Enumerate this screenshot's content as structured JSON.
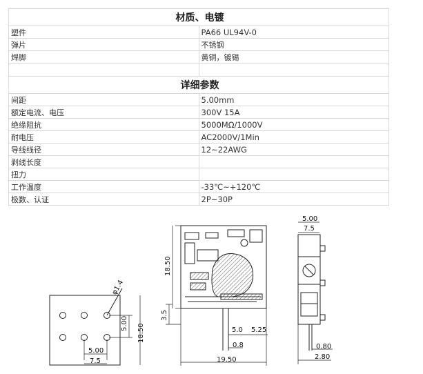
{
  "material": {
    "title": "材质、电镀",
    "rows": [
      {
        "label": "塑件",
        "value": "PA66 UL94V-0"
      },
      {
        "label": "弹片",
        "value": "不锈钢"
      },
      {
        "label": "焊脚",
        "value": "黄铜，镀锡"
      },
      {
        "label": "",
        "value": ""
      }
    ]
  },
  "params": {
    "title": "详细参数",
    "rows": [
      {
        "label": "间距",
        "value": "5.00mm"
      },
      {
        "label": "额定电流、电压",
        "value": "300V  15A"
      },
      {
        "label": "绝缘阻抗",
        "value": "5000MΩ/1000V"
      },
      {
        "label": "耐电压",
        "value": "AC2000V/1Min"
      },
      {
        "label": "导线线径",
        "value": "12~22AWG"
      },
      {
        "label": "剥线长度",
        "value": ""
      },
      {
        "label": "扭力",
        "value": ""
      },
      {
        "label": "工作温度",
        "value": "-33℃~+120℃"
      },
      {
        "label": "极数、认证",
        "value": "2P~30P"
      }
    ]
  },
  "drawing": {
    "pcb": {
      "hole_dia": "φ1.4",
      "pitch_h": "5.00",
      "pitch_v": "5.00",
      "width": "7.5",
      "height": "18.50"
    },
    "front": {
      "height": "18.50",
      "pin_height": "3.5",
      "pin_offset": "5.0",
      "pin_offset2": "5.25",
      "pin_width": "0.8",
      "width": "19.50"
    },
    "side": {
      "top_width": "5.00",
      "body_width": "7.5",
      "pin_width": "0.80",
      "pin_pitch": "2.80"
    }
  }
}
